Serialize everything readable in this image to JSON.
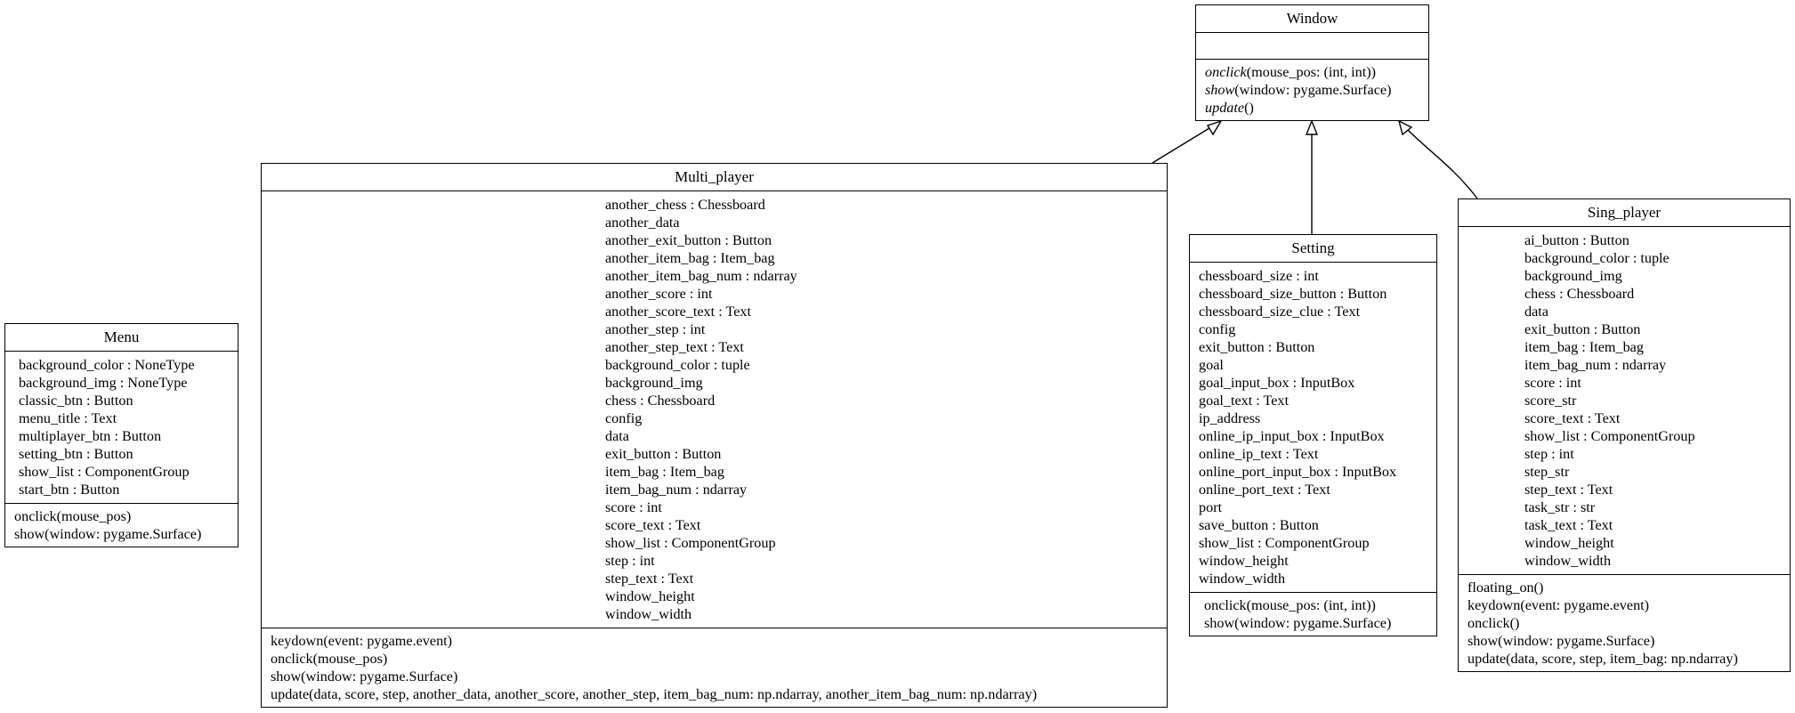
{
  "classes": {
    "window": {
      "name": "Window",
      "attributes": [],
      "operations": [
        {
          "name": "onclick",
          "params": "(mouse_pos: (int, int))"
        },
        {
          "name": "show",
          "params": "(window: pygame.Surface)"
        },
        {
          "name": "update",
          "params": "()"
        }
      ]
    },
    "menu": {
      "name": "Menu",
      "attributes": [
        "background_color : NoneType",
        "background_img : NoneType",
        "classic_btn : Button",
        "menu_title : Text",
        "multiplayer_btn : Button",
        "setting_btn : Button",
        "show_list : ComponentGroup",
        "start_btn : Button"
      ],
      "operations": [
        "onclick(mouse_pos)",
        "show(window: pygame.Surface)"
      ]
    },
    "multi_player": {
      "name": "Multi_player",
      "attributes": [
        "another_chess : Chessboard",
        "another_data",
        "another_exit_button : Button",
        "another_item_bag : Item_bag",
        "another_item_bag_num : ndarray",
        "another_score : int",
        "another_score_text : Text",
        "another_step : int",
        "another_step_text : Text",
        "background_color : tuple",
        "background_img",
        "chess : Chessboard",
        "config",
        "data",
        "exit_button : Button",
        "item_bag : Item_bag",
        "item_bag_num : ndarray",
        "score : int",
        "score_text : Text",
        "show_list : ComponentGroup",
        "step : int",
        "step_text : Text",
        "window_height",
        "window_width"
      ],
      "operations": [
        "keydown(event: pygame.event)",
        "onclick(mouse_pos)",
        "show(window: pygame.Surface)",
        "update(data, score, step, another_data, another_score, another_step, item_bag_num: np.ndarray, another_item_bag_num: np.ndarray)"
      ]
    },
    "setting": {
      "name": "Setting",
      "attributes": [
        "chessboard_size : int",
        "chessboard_size_button : Button",
        "chessboard_size_clue : Text",
        "config",
        "exit_button : Button",
        "goal",
        "goal_input_box : InputBox",
        "goal_text : Text",
        "ip_address",
        "online_ip_input_box : InputBox",
        "online_ip_text : Text",
        "online_port_input_box : InputBox",
        "online_port_text : Text",
        "port",
        "save_button : Button",
        "show_list : ComponentGroup",
        "window_height",
        "window_width"
      ],
      "operations": [
        "onclick(mouse_pos: (int, int))",
        "show(window: pygame.Surface)"
      ]
    },
    "sing_player": {
      "name": "Sing_player",
      "attributes": [
        "ai_button : Button",
        "background_color : tuple",
        "background_img",
        "chess : Chessboard",
        "data",
        "exit_button : Button",
        "item_bag : Item_bag",
        "item_bag_num : ndarray",
        "score : int",
        "score_str",
        "score_text : Text",
        "show_list : ComponentGroup",
        "step : int",
        "step_str",
        "step_text : Text",
        "task_str : str",
        "task_text : Text",
        "window_height",
        "window_width"
      ],
      "operations": [
        "floating_on()",
        "keydown(event: pygame.event)",
        "onclick()",
        "show(window: pygame.Surface)",
        "update(data, score, step, item_bag: np.ndarray)"
      ]
    }
  }
}
